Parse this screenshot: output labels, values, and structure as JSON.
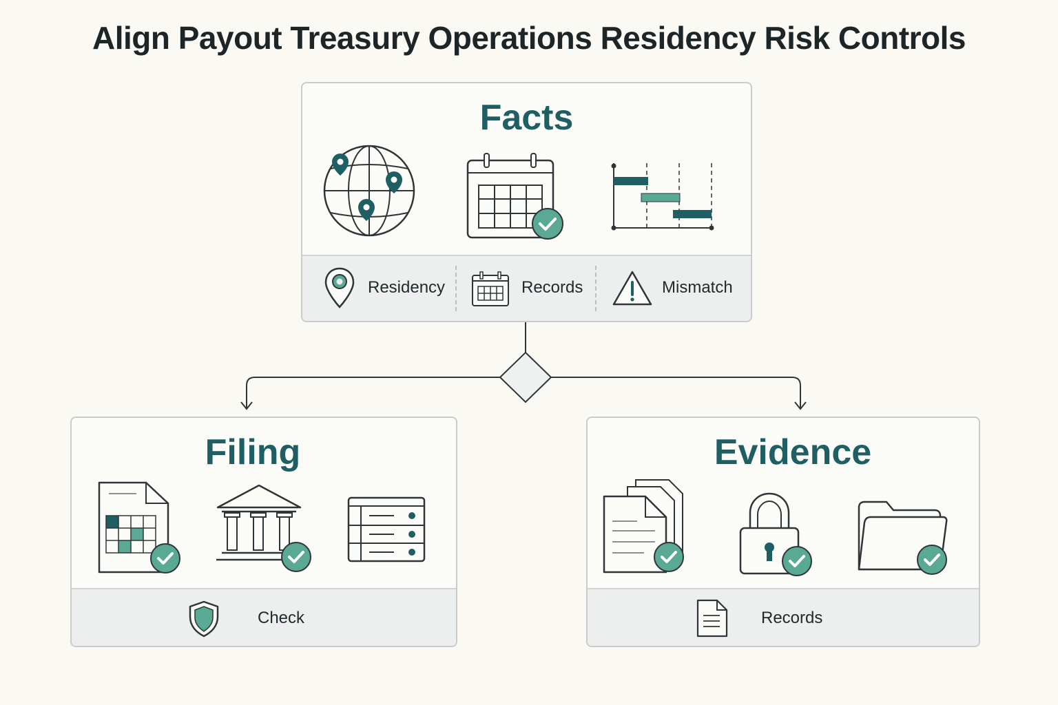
{
  "title": "Align Payout Treasury Operations Residency Risk Controls",
  "colors": {
    "teal": "#1f5f63",
    "accent": "#5aa995",
    "stroke": "#2e3538"
  },
  "facts": {
    "title": "Facts",
    "icons": [
      "globe-pins-icon",
      "calendar-check-icon",
      "gantt-timeline-icon"
    ],
    "footer": [
      {
        "label": "Residency",
        "icon": "location-pin-icon"
      },
      {
        "label": "Records",
        "icon": "calendar-icon"
      },
      {
        "label": "Mismatch",
        "icon": "warning-icon"
      }
    ]
  },
  "filing": {
    "title": "Filing",
    "icons": [
      "spreadsheet-check-icon",
      "bank-check-icon",
      "server-list-icon"
    ],
    "footer": [
      {
        "label": "Check",
        "icon": "shield-icon"
      }
    ]
  },
  "evidence": {
    "title": "Evidence",
    "icons": [
      "documents-check-icon",
      "lock-check-icon",
      "folder-check-icon"
    ],
    "footer": [
      {
        "label": "Records",
        "icon": "document-icon"
      }
    ]
  }
}
